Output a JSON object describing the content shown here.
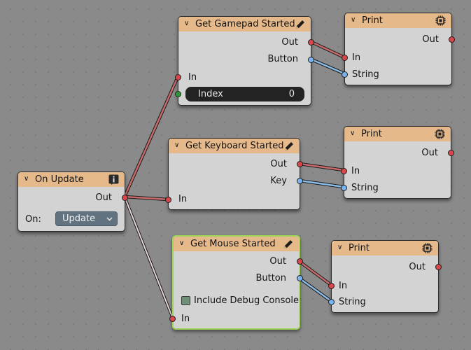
{
  "colors": {
    "header": "#e5b98a",
    "node_body": "#d3d3d3",
    "socket_red": "#d9474b",
    "socket_blue": "#78b4f0",
    "socket_green": "#2c9b35",
    "selected_border": "#9fd65a"
  },
  "nodes": {
    "on_update": {
      "title": "On Update",
      "icon": "info-icon",
      "out_label": "Out",
      "on_label": "On:",
      "on_value": "Update"
    },
    "gamepad": {
      "title": "Get Gamepad Started",
      "icon": "pencil-icon",
      "out_label": "Out",
      "button_label": "Button",
      "in_label": "In",
      "index_label": "Index",
      "index_value": "0"
    },
    "keyboard": {
      "title": "Get Keyboard Started",
      "icon": "pencil-icon",
      "out_label": "Out",
      "key_label": "Key",
      "in_label": "In"
    },
    "mouse": {
      "title": "Get Mouse Started",
      "icon": "pencil-icon",
      "out_label": "Out",
      "button_label": "Button",
      "checkbox_label": "Include Debug Console",
      "in_label": "In"
    },
    "print1": {
      "title": "Print",
      "icon": "chip-icon",
      "out_label": "Out",
      "in_label": "In",
      "string_label": "String"
    },
    "print2": {
      "title": "Print",
      "icon": "chip-icon",
      "out_label": "Out",
      "in_label": "In",
      "string_label": "String"
    },
    "print3": {
      "title": "Print",
      "icon": "chip-icon",
      "out_label": "Out",
      "in_label": "In",
      "string_label": "String"
    }
  }
}
